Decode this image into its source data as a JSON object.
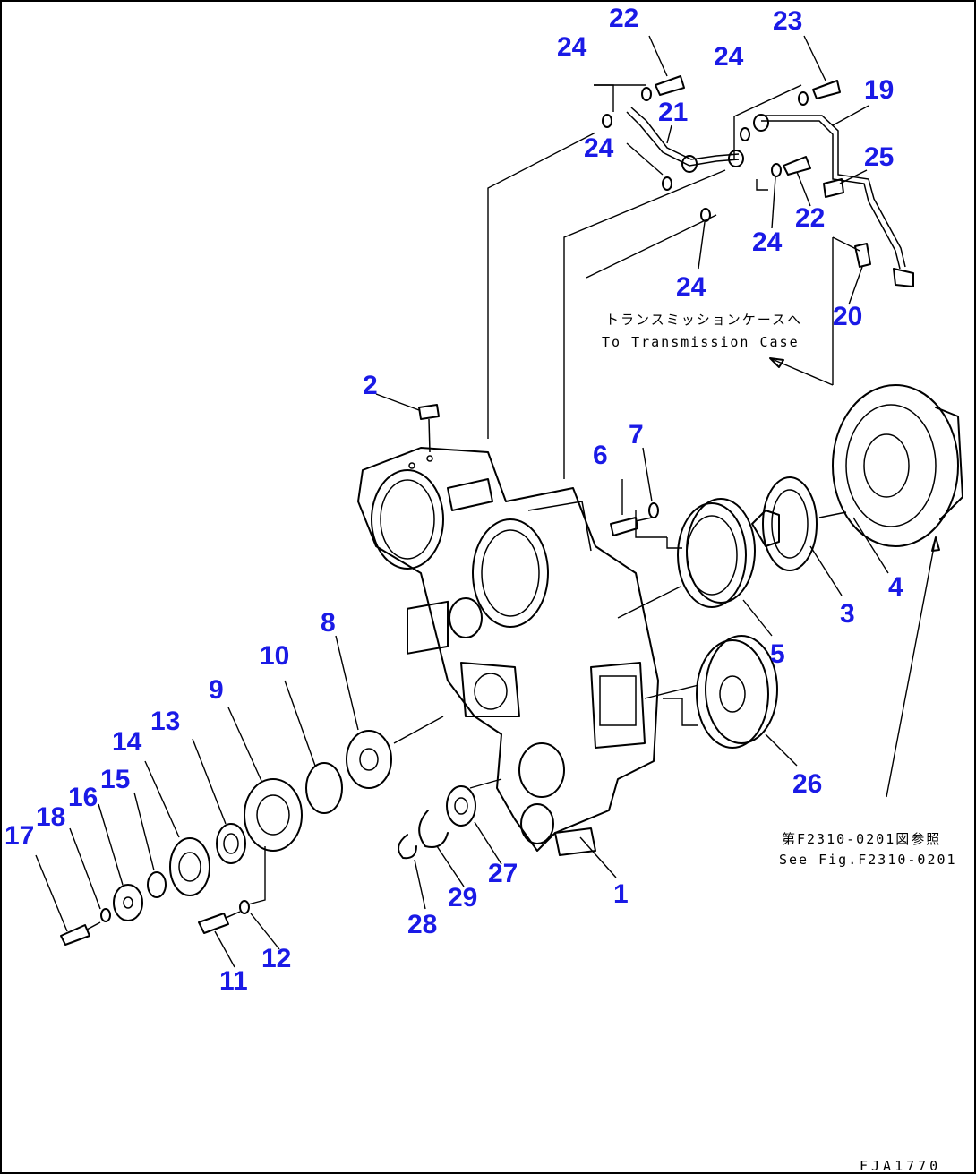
{
  "callouts": [
    {
      "id": "1",
      "label": "1"
    },
    {
      "id": "2",
      "label": "2"
    },
    {
      "id": "3",
      "label": "3"
    },
    {
      "id": "4",
      "label": "4"
    },
    {
      "id": "5",
      "label": "5"
    },
    {
      "id": "6",
      "label": "6"
    },
    {
      "id": "7",
      "label": "7"
    },
    {
      "id": "8",
      "label": "8"
    },
    {
      "id": "9",
      "label": "9"
    },
    {
      "id": "10",
      "label": "10"
    },
    {
      "id": "11",
      "label": "11"
    },
    {
      "id": "12",
      "label": "12"
    },
    {
      "id": "13",
      "label": "13"
    },
    {
      "id": "14",
      "label": "14"
    },
    {
      "id": "15",
      "label": "15"
    },
    {
      "id": "16",
      "label": "16"
    },
    {
      "id": "17",
      "label": "17"
    },
    {
      "id": "18",
      "label": "18"
    },
    {
      "id": "19",
      "label": "19"
    },
    {
      "id": "20",
      "label": "20"
    },
    {
      "id": "21",
      "label": "21"
    },
    {
      "id": "22a",
      "label": "22"
    },
    {
      "id": "22b",
      "label": "22"
    },
    {
      "id": "23",
      "label": "23"
    },
    {
      "id": "24a",
      "label": "24"
    },
    {
      "id": "24b",
      "label": "24"
    },
    {
      "id": "24c",
      "label": "24"
    },
    {
      "id": "24d",
      "label": "24"
    },
    {
      "id": "24e",
      "label": "24"
    },
    {
      "id": "25",
      "label": "25"
    },
    {
      "id": "26",
      "label": "26"
    },
    {
      "id": "27",
      "label": "27"
    },
    {
      "id": "28",
      "label": "28"
    },
    {
      "id": "29",
      "label": "29"
    }
  ],
  "notes": {
    "transmission_jp": "トランスミッションケースへ",
    "transmission_en": "To Transmission Case",
    "see_fig_jp": "第F2310-0201図参照",
    "see_fig_en": "See Fig.F2310-0201"
  },
  "drawing_code": "FJA1770",
  "colors": {
    "callout": "#1a1ae6",
    "lines": "#000000"
  }
}
